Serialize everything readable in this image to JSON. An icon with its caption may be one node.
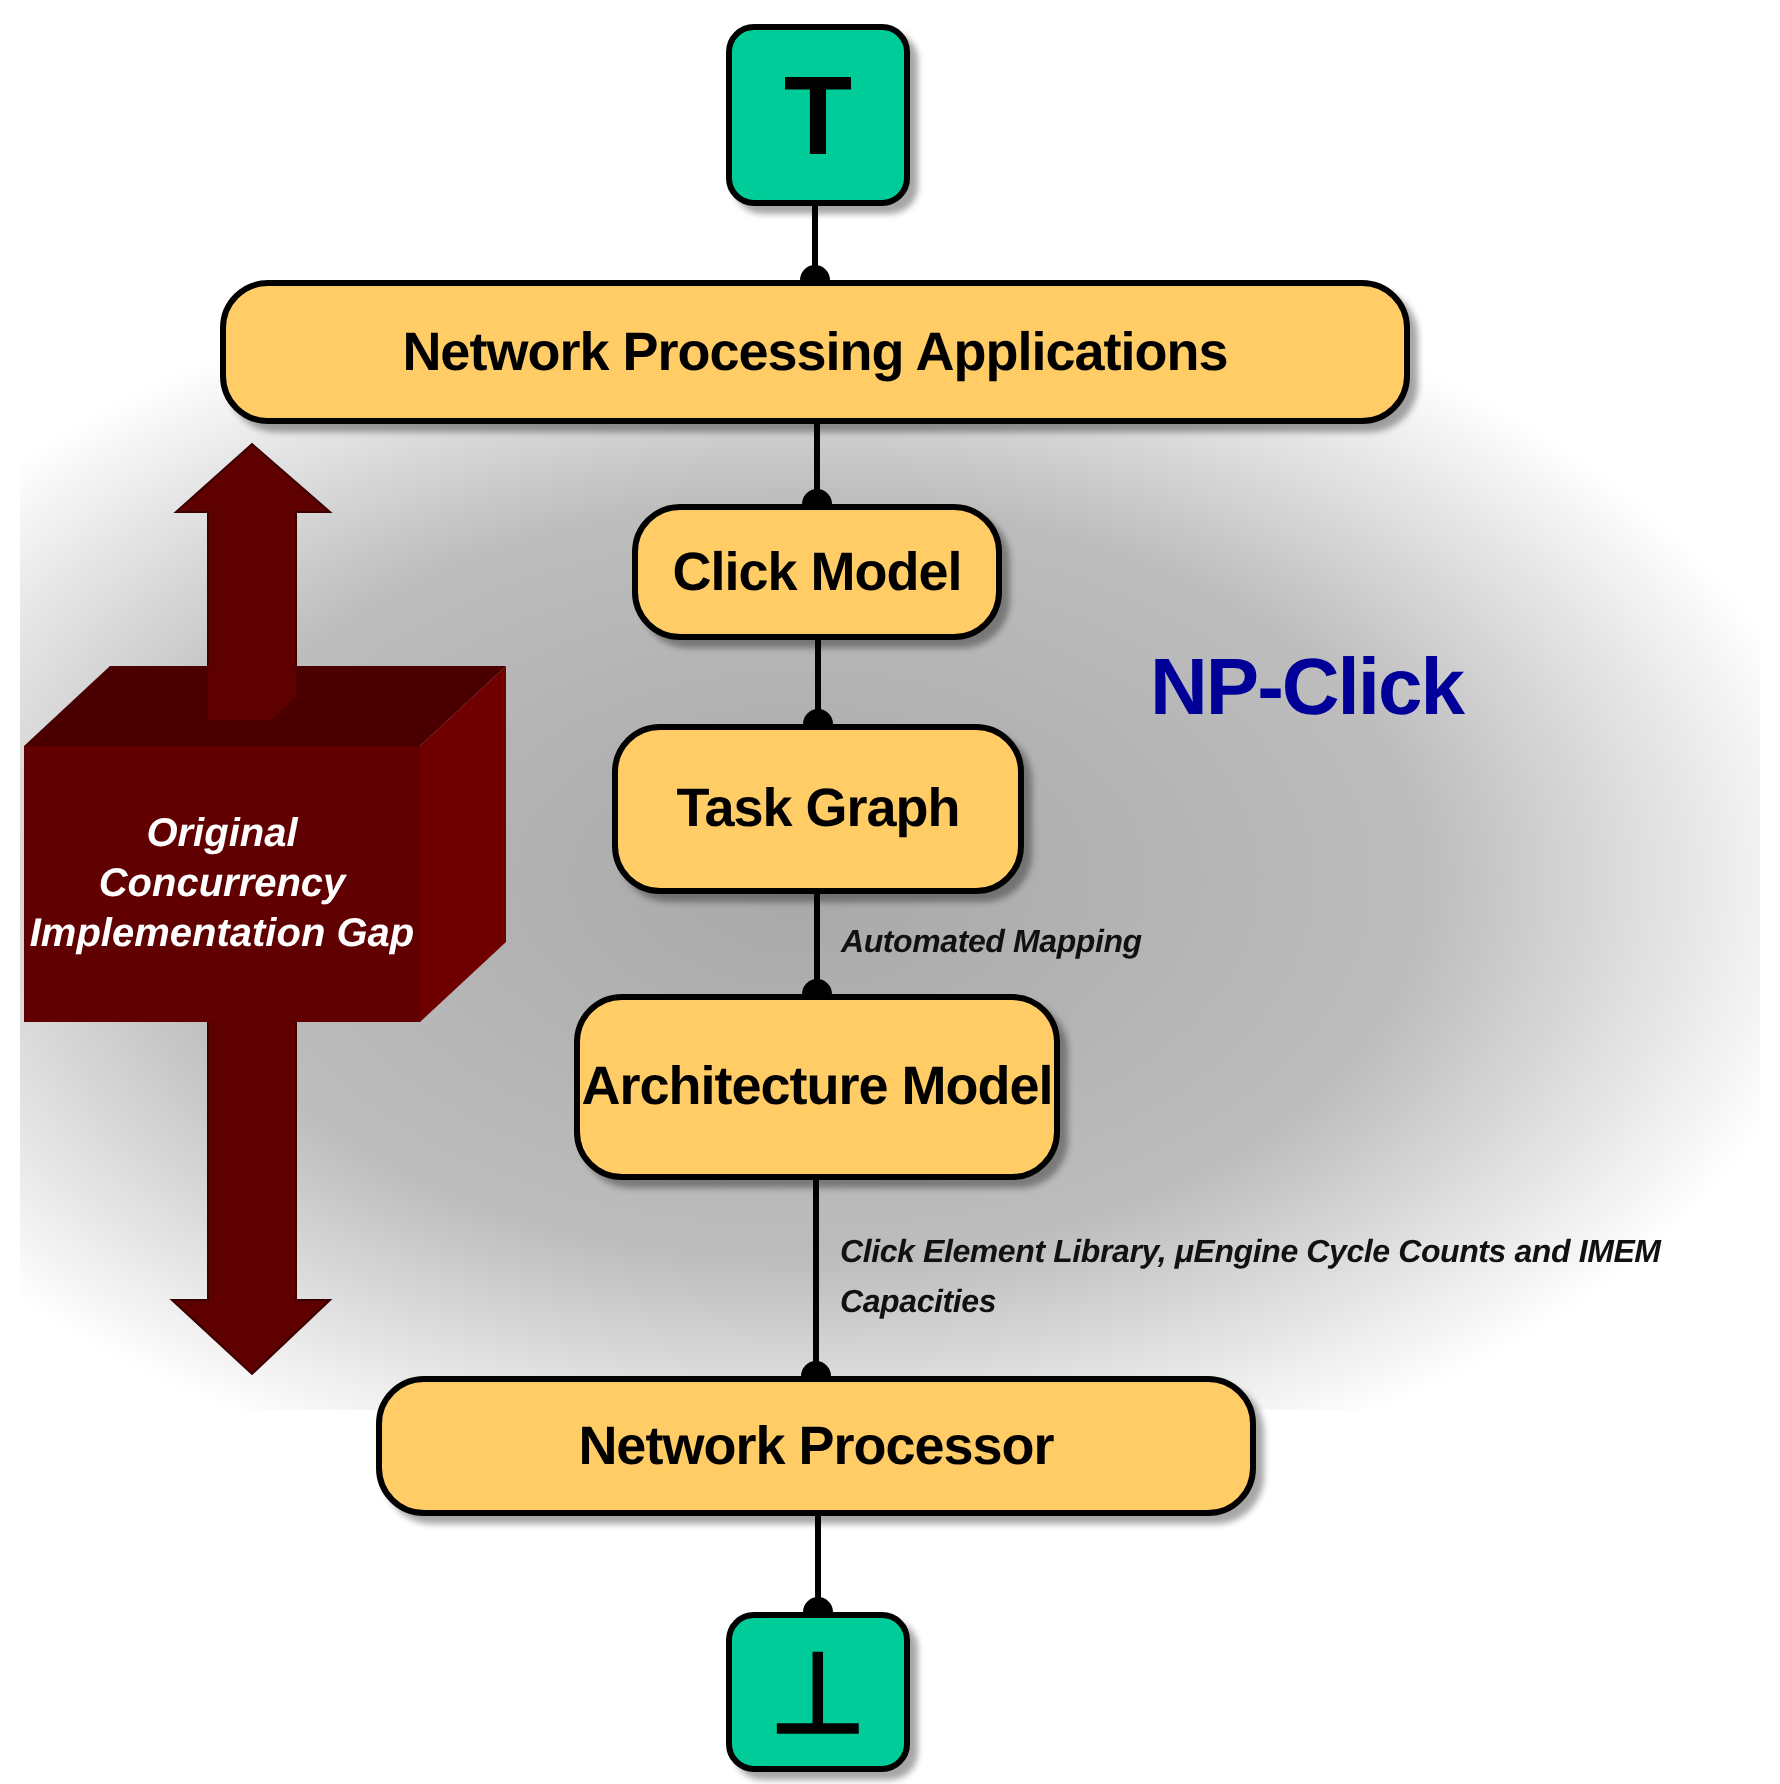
{
  "diagram": {
    "nodes": [
      {
        "text": [
          "T"
        ]
      },
      {
        "text": [
          "Network Processing Applications"
        ]
      },
      {
        "text": [
          "Click Model"
        ]
      },
      {
        "text": [
          "Task Graph"
        ]
      },
      {
        "text": [
          "Architecture Model"
        ]
      },
      {
        "text": [
          "Network Processor"
        ]
      },
      {
        "text": [
          "⊥"
        ]
      },
      {
        "text": [
          "Original Concurrency Implementation Gap"
        ]
      }
    ],
    "edges": [
      {
        "from": 0,
        "to": 1,
        "arrow": "other"
      },
      {
        "from": 1,
        "to": 2,
        "arrow": "other"
      },
      {
        "from": 2,
        "to": 3,
        "arrow": "other"
      },
      {
        "from": 3,
        "to": 4,
        "arrow": "other",
        "label": "Automated Mapping"
      },
      {
        "from": 4,
        "to": 5,
        "arrow": "other",
        "label": "Click Element Library, μEngine Cycle Counts and IMEM Capacities"
      },
      {
        "from": 5,
        "to": 6,
        "arrow": "other"
      }
    ],
    "labels": [
      "NP-Click"
    ]
  }
}
